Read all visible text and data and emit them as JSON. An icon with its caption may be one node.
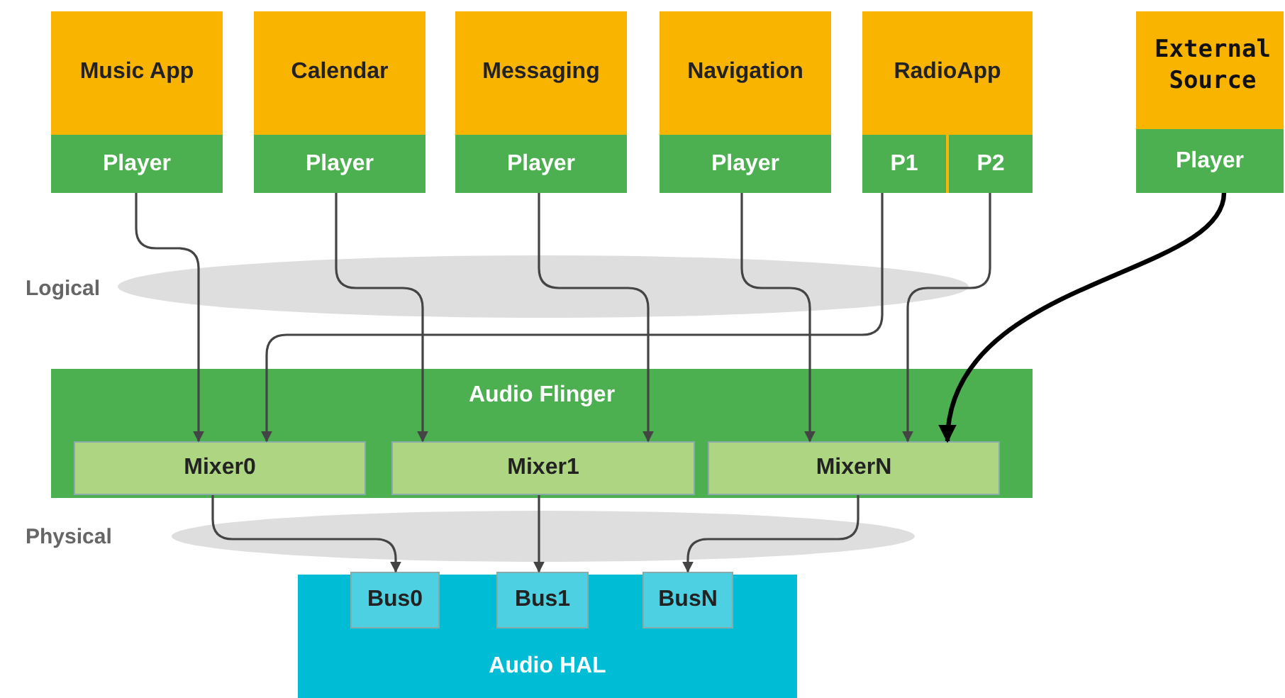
{
  "diagram": {
    "nodes": [
      {
        "text": [
          "Music App"
        ]
      },
      {
        "text": [
          "Player"
        ],
        "in": 0
      },
      {
        "text": [
          "Calendar"
        ]
      },
      {
        "text": [
          "Player"
        ],
        "in": 2
      },
      {
        "text": [
          "Messaging"
        ]
      },
      {
        "text": [
          "Player"
        ],
        "in": 4
      },
      {
        "text": [
          "Navigation"
        ]
      },
      {
        "text": [
          "Player"
        ],
        "in": 6
      },
      {
        "text": [
          "RadioApp"
        ]
      },
      {
        "text": [
          "P1"
        ],
        "in": 8
      },
      {
        "text": [
          "P2"
        ],
        "in": 8
      },
      {
        "text": [
          "External Source"
        ]
      },
      {
        "text": [
          "Player"
        ],
        "in": 11
      },
      {
        "text": [
          "Audio Flinger"
        ]
      },
      {
        "text": [
          "Mixer0"
        ],
        "in": 13
      },
      {
        "text": [
          "Mixer1"
        ],
        "in": 13
      },
      {
        "text": [
          "MixerN"
        ],
        "in": 13
      },
      {
        "text": [
          "Audio HAL"
        ]
      },
      {
        "text": [
          "Bus0"
        ],
        "in": 17
      },
      {
        "text": [
          "Bus1"
        ],
        "in": 17
      },
      {
        "text": [
          "BusN"
        ],
        "in": 17
      }
    ],
    "edges": [
      {
        "from": 1,
        "to": 14,
        "arrow": "to"
      },
      {
        "from": 3,
        "to": 15,
        "arrow": "to"
      },
      {
        "from": 5,
        "to": 15,
        "arrow": "to"
      },
      {
        "from": 9,
        "to": 14,
        "arrow": "to"
      },
      {
        "from": 7,
        "to": 16,
        "arrow": "to"
      },
      {
        "from": 10,
        "to": 16,
        "arrow": "to"
      },
      {
        "from": 12,
        "to": 16,
        "arrow": "to",
        "style": "thick",
        "color": "#000000"
      },
      {
        "from": 14,
        "to": 18,
        "arrow": "to"
      },
      {
        "from": 15,
        "to": 19,
        "arrow": "to"
      },
      {
        "from": 16,
        "to": 20,
        "arrow": "to"
      }
    ],
    "labels": [
      "Logical",
      "Physical"
    ]
  }
}
